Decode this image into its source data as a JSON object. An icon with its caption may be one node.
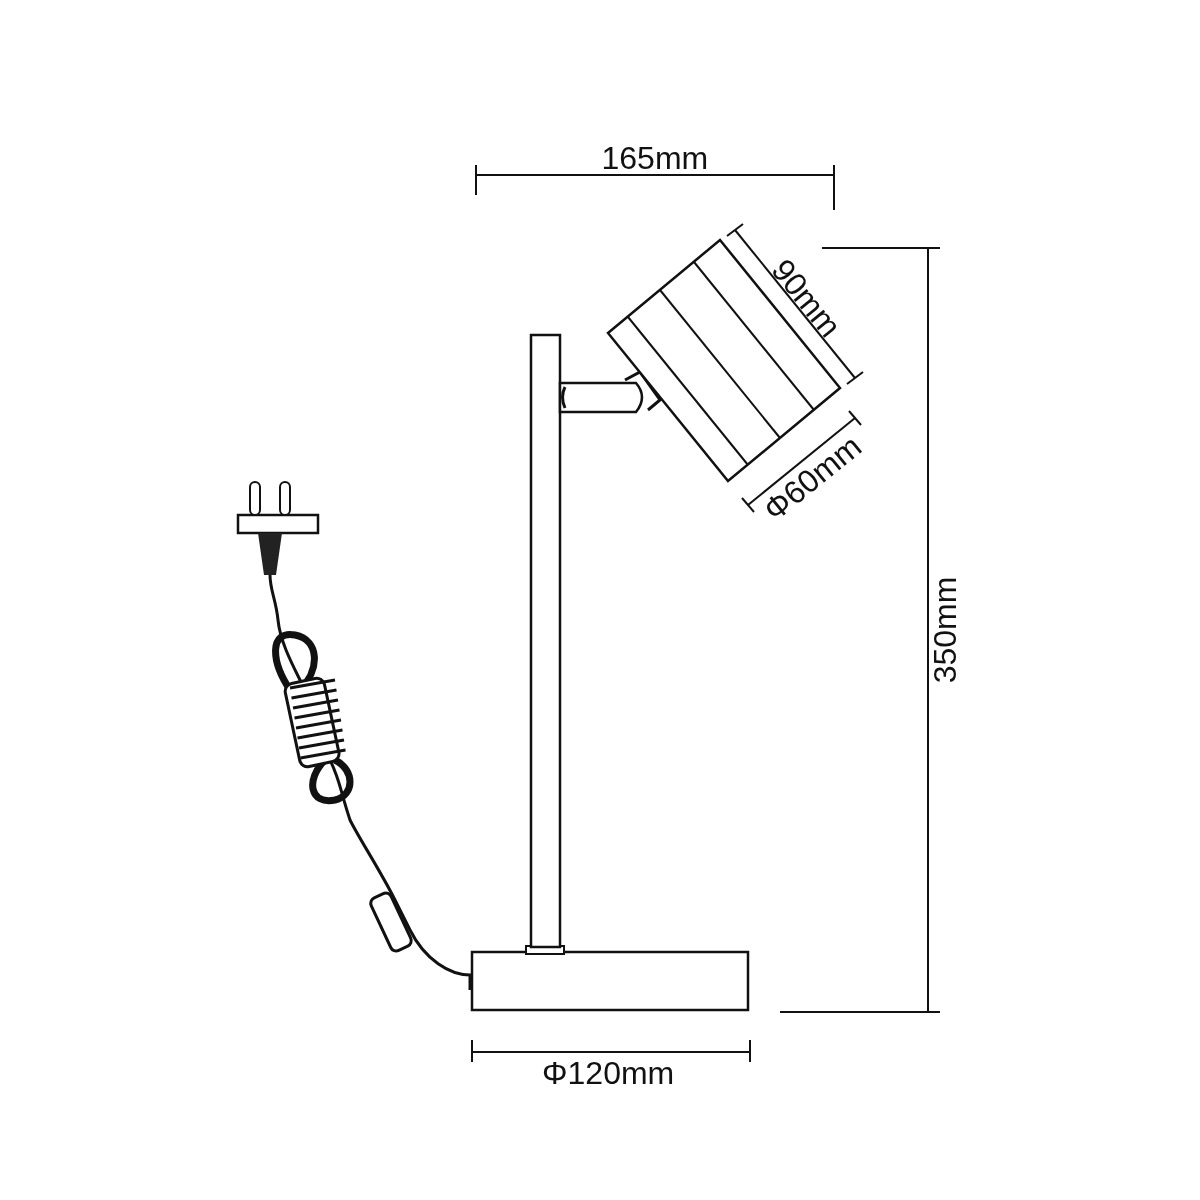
{
  "diagram": {
    "labels": [
      "165mm",
      "90mm",
      "Φ60mm",
      "350mm",
      "Φ120mm"
    ]
  }
}
